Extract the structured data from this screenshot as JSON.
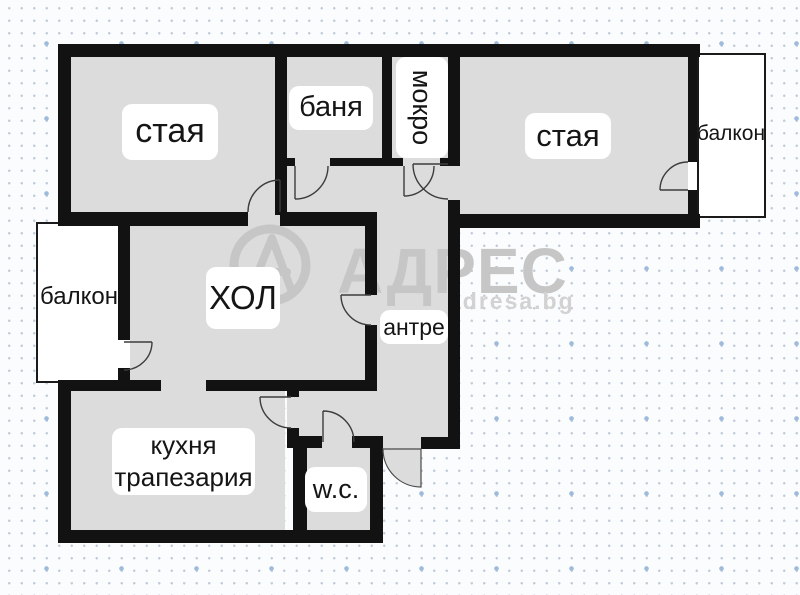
{
  "floorplan": {
    "rooms": {
      "room_top_left": {
        "label": "стая"
      },
      "bathroom": {
        "label": "баня"
      },
      "wet_room": {
        "label": "мокро"
      },
      "room_top_right": {
        "label": "стая"
      },
      "balcony_right": {
        "label": "балкон"
      },
      "balcony_left": {
        "label": "балкон"
      },
      "living_room": {
        "label": "ХОЛ"
      },
      "hallway": {
        "label": "антре"
      },
      "kitchen": {
        "label_line1": "кухня",
        "label_line2": "трапезария"
      },
      "wc": {
        "label": "w.c."
      }
    },
    "watermark": {
      "brand": "АДРЕС",
      "site": "adresa.bg"
    },
    "colors": {
      "wall": "#121212",
      "room_fill": "#dcdcdc",
      "balcony_fill": "#ffffff",
      "label_background": "#ffffff",
      "watermark_gray": "#c6c6c6",
      "background": "#fbfcfd",
      "dot_small": "#c3cdda",
      "dot_large": "#9fbbdc"
    }
  }
}
